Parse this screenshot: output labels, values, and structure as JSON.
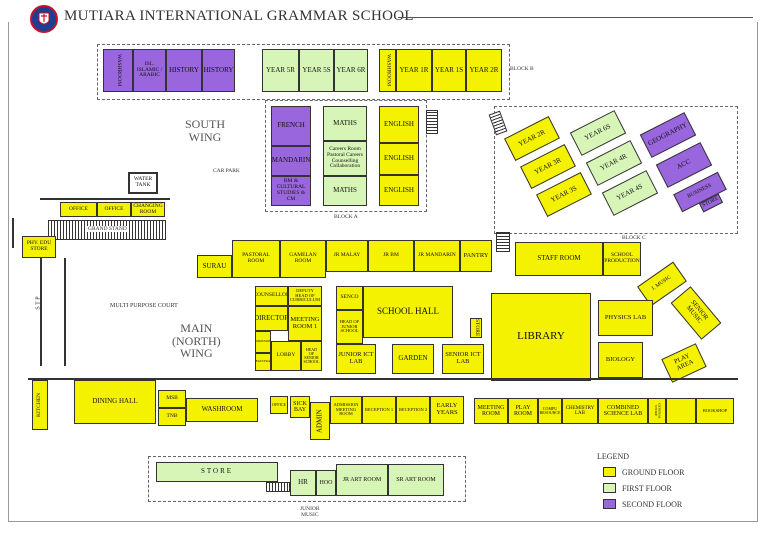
{
  "title": "MUTIARA INTERNATIONAL GRAMMAR SCHOOL",
  "colors": {
    "ground": "#f5f200",
    "first": "#d8f5b8",
    "second": "#9966dd"
  },
  "labels": {
    "block_b": "BLOCK B",
    "block_a": "BLOCK A",
    "block_c": "BLOCK C",
    "south_wing": "SOUTH\nWING",
    "car_park": "CAR PARK",
    "main_wing": "MAIN\n(NORTH)\nWING",
    "multi_purpose": "MULTI PURPOSE COURT",
    "stp": "S T P",
    "junior_music": "JUNIOR\nMUSIC"
  },
  "rooms": {
    "washroom_b1": "WASHROOM",
    "isl_studies": "ISL. ISLAMIC / ARABIC",
    "history1": "HISTORY",
    "history2": "HISTORY",
    "year5r": "YEAR 5R",
    "year5s": "YEAR 5S",
    "year6r": "YEAR 6R",
    "washroom_b2": "WASHROOM",
    "year1r": "YEAR 1R",
    "year1s": "YEAR 1S",
    "year2r_b": "YEAR 2R",
    "french": "FRENCH",
    "mandarin_a": "MANDARIN",
    "cultural": "BM & CULTURAL STUDIES & CM",
    "maths1": "MATHS",
    "careers": "Careers Room Pastoral Careers Counselling Collaboration",
    "maths2": "MATHS",
    "english1": "ENGLISH",
    "english2": "ENGLISH",
    "english3": "ENGLISH",
    "year2r_c": "YEAR 2R",
    "year3r": "YEAR 3R",
    "year3s": "YEAR 3S",
    "year6s": "YEAR 6S",
    "year4r": "YEAR 4R",
    "year4s": "YEAR 4S",
    "geography": "GEOGRAPHY",
    "acc": "ACC",
    "business": "BUSINESS",
    "store_c": "STORE",
    "water_tank": "WATER TANK",
    "office1": "OFFICE",
    "office2": "OFFICE",
    "changing": "CHANGING ROOM",
    "grand_stand": "GRAND STAND",
    "phy_edu": "PHY. EDU STORE",
    "surau": "SURAU",
    "pastoral": "PASTORAL ROOM",
    "gamelan": "GAMELAN ROOM",
    "jr_malay": "JR MALAY",
    "jr_bm": "JR BM",
    "jr_mandarin": "JR MANDARIN",
    "pantry": "PANTRY",
    "staff_room": "STAFF ROOM",
    "school_production": "SCHOOL PRODUCTION",
    "j_music": "J. MUSIC",
    "senior_music": "SENIOR MUSIC",
    "counsellor": "COUNSELLOR",
    "deputy_head": "DEPUTY HEAD OF CURRICULUM",
    "director": "DIRECTOR",
    "meeting_room1": "MEETING ROOM 1",
    "senco": "SENCO",
    "head_junior": "HEAD OF JUNIOR SCHOOL",
    "school_hall": "SCHOOL HALL",
    "store_hall": "STORE",
    "library": "LIBRARY",
    "physics_lab": "PHYSICS LAB",
    "biology": "BIOLOGY",
    "play_area": "PLAY AREA",
    "admissions": "ADMISSIONS",
    "registrar": "REGISTRAR",
    "lobby": "LOBBY",
    "head_senior": "HEAD OF SENIOR SCHOOL",
    "junior_ict": "JUNIOR ICT LAB",
    "garden": "GARDEN",
    "senior_ict": "SENIOR ICT LAB",
    "kitchen": "KITCHEN",
    "dining_hall": "DINING HALL",
    "msb": "MSB",
    "tnb": "TNB",
    "washroom_main": "WASHROOM",
    "office_small": "OFFICE",
    "sick_bay": "SICK BAY",
    "admin": "ADMIN",
    "admission_meeting": "ADMISSION MEETING ROOM",
    "reception1": "RECEPTION 1",
    "reception2": "RECEPTION 2",
    "early_years": "EARLY YEARS",
    "meeting_room": "MEETING ROOM",
    "play_room": "PLAY ROOM",
    "compu_resource": "COMPU RESOURCE",
    "chemistry_lab": "CHEMISTRY LAB",
    "combined_science": "COMBINED SCIENCE LAB",
    "general_store": "GENERAL STORE",
    "bookshop": "BOOKSHOP",
    "store_jr": "STORE",
    "hr": "HR",
    "hoo": "HOO",
    "jr_art": "JR ART ROOM",
    "sr_art": "SR ART ROOM"
  },
  "legend": {
    "title": "LEGEND",
    "items": [
      {
        "label": "GROUND FLOOR",
        "color": "#f5f200"
      },
      {
        "label": "FIRST FLOOR",
        "color": "#d8f5b8"
      },
      {
        "label": "SECOND FLOOR",
        "color": "#9966dd"
      }
    ]
  }
}
